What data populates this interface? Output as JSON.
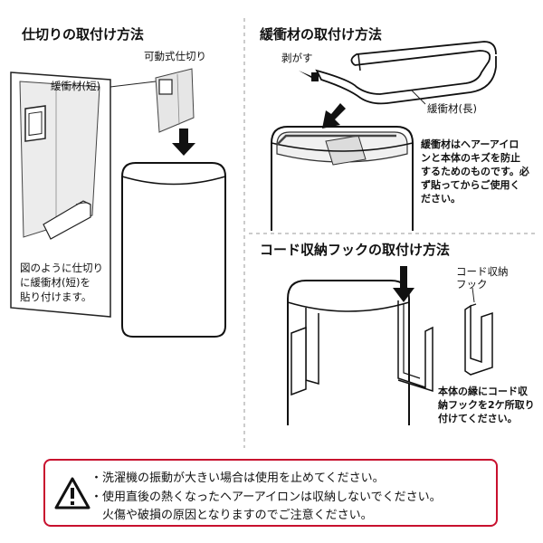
{
  "section1": {
    "title": "仕切りの取付け方法",
    "label_divider": "可動式仕切り",
    "label_cushion_short": "緩衝材(短)",
    "instruction_lines": [
      "図のように仕切り",
      "に緩衝材(短)を",
      "貼り付けます。"
    ]
  },
  "section2": {
    "title": "緩衝材の取付け方法",
    "label_peel": "剥がす",
    "label_cushion_long": "緩衝材(長)",
    "instruction_lines": [
      "緩衝材はヘアーアイロ",
      "ンと本体のキズを防止",
      "するためのものです。必",
      "ず貼ってからご使用く",
      "ださい。"
    ]
  },
  "section3": {
    "title": "コード収納フックの取付け方法",
    "label_hook_lines": [
      "コード収納",
      "フック"
    ],
    "instruction_lines": [
      "本体の縁にコード収",
      "納フックを2ケ所取り",
      "付けてください。"
    ]
  },
  "warning": {
    "lines": [
      "・洗濯機の振動が大きい場合は使用を止めてください。",
      "・使用直後の熱くなったヘアーアイロンは収納しないでください。",
      "　火傷や破損の原因となりますのでご注意ください。"
    ],
    "colors": {
      "border": "#c8102e"
    },
    "icon": "warning-triangle-icon"
  }
}
